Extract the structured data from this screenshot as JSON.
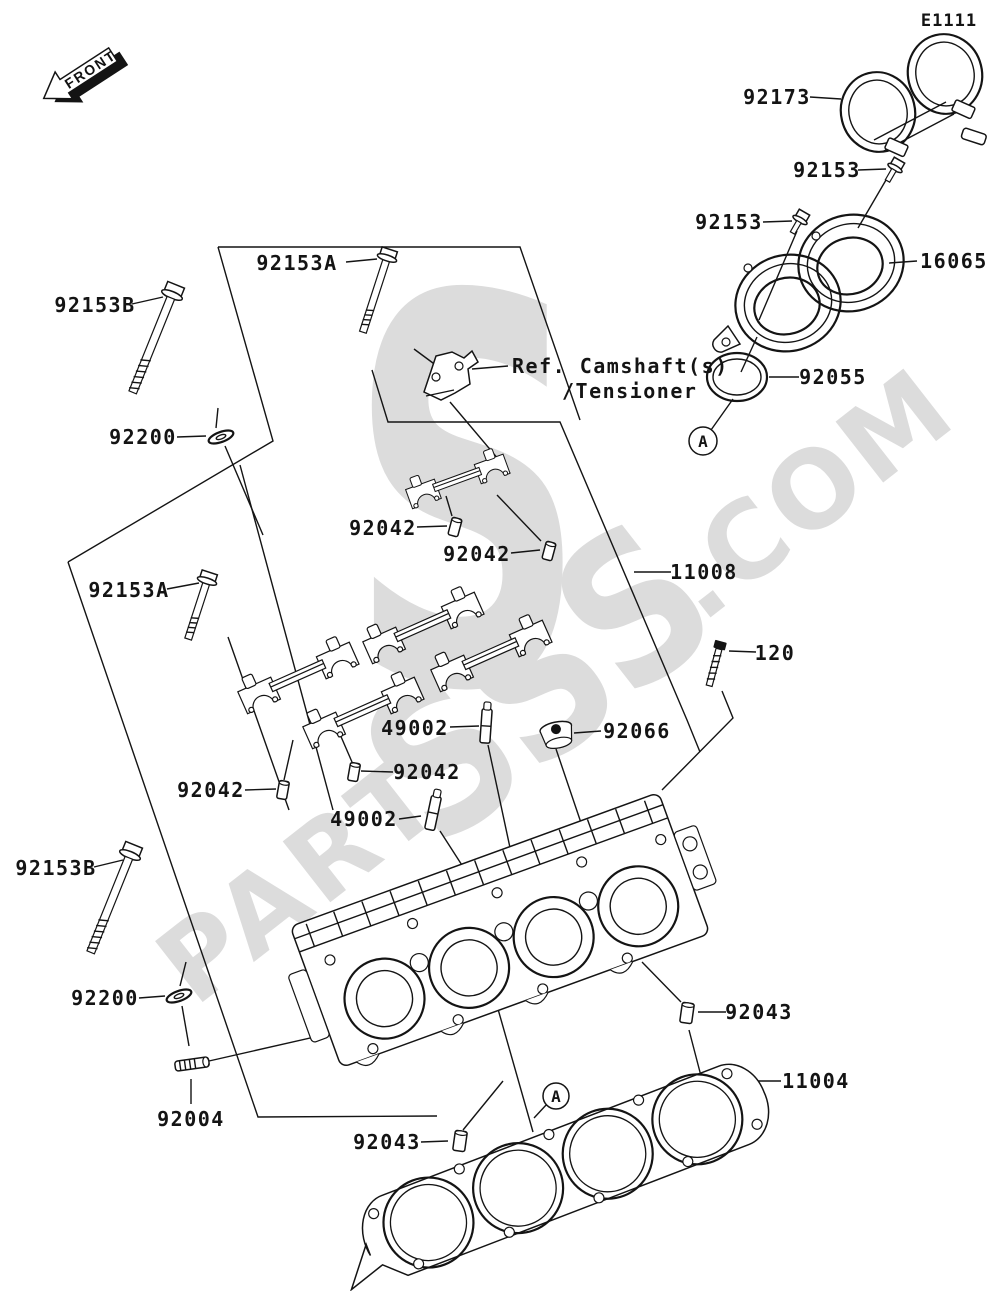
{
  "diagram": {
    "code": "E1111",
    "front": "FRONT",
    "title_hint": "cylinder-head-exploded-parts-diagram",
    "colors": {
      "line": "#141414",
      "background": "#ffffff",
      "watermark": "#dcdcdc"
    },
    "watermark": {
      "part": "PART",
      "sss": "SSS",
      "com": ".COM",
      "logo_s": "S"
    }
  },
  "labels": [
    {
      "id": "fiche-code",
      "text": "E1111"
    },
    {
      "id": "clamp",
      "text": "92173"
    },
    {
      "id": "bolt-92153-upper",
      "text": "92153"
    },
    {
      "id": "bolt-92153-lower",
      "text": "92153"
    },
    {
      "id": "holder-throttle",
      "text": "16065"
    },
    {
      "id": "oring",
      "text": "92055"
    },
    {
      "id": "bolt-92153a-top",
      "text": "92153A"
    },
    {
      "id": "bolt-92153b-top",
      "text": "92153B"
    },
    {
      "id": "washer-top",
      "text": "92200"
    },
    {
      "id": "ref-note-1",
      "text": "Ref. Camshaft(s)"
    },
    {
      "id": "ref-note-2",
      "text": "/Tensioner"
    },
    {
      "id": "dowel-1",
      "text": "92042"
    },
    {
      "id": "dowel-2",
      "text": "92042"
    },
    {
      "id": "cylinder-head",
      "text": "11008"
    },
    {
      "id": "bolt-92153a-left",
      "text": "92153A"
    },
    {
      "id": "bolt-120",
      "text": "120"
    },
    {
      "id": "nozzle-upper",
      "text": "49002"
    },
    {
      "id": "plug",
      "text": "92066"
    },
    {
      "id": "dowel-3",
      "text": "92042"
    },
    {
      "id": "dowel-4",
      "text": "92042"
    },
    {
      "id": "nozzle-lower",
      "text": "49002"
    },
    {
      "id": "bolt-92153b-bottom",
      "text": "92153B"
    },
    {
      "id": "washer-bottom",
      "text": "92200"
    },
    {
      "id": "stud",
      "text": "92004"
    },
    {
      "id": "dowel-92043-right",
      "text": "92043"
    },
    {
      "id": "head-gasket",
      "text": "11004"
    },
    {
      "id": "dowel-92043-left",
      "text": "92043"
    },
    {
      "id": "marker-a-top",
      "text": "A"
    },
    {
      "id": "marker-a-bottom",
      "text": "A"
    }
  ]
}
